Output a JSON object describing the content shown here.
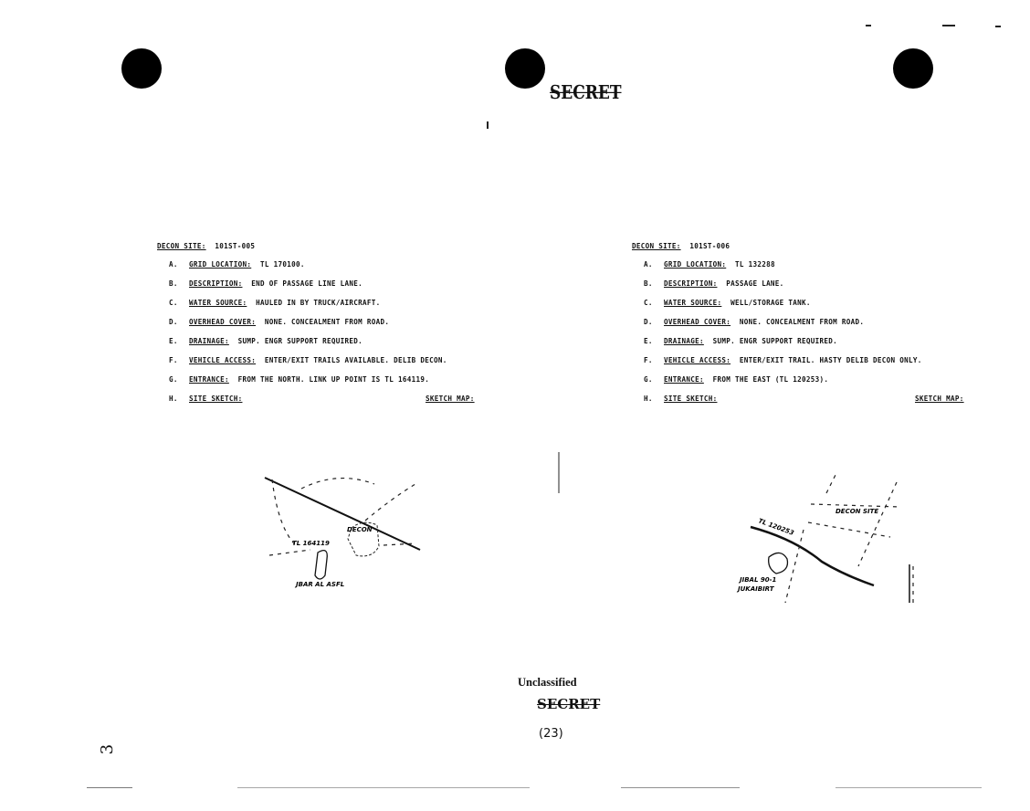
{
  "header": {
    "classification": "SECRET"
  },
  "sites": [
    {
      "title_label": "DECON SITE:",
      "site_id": "101ST-005",
      "items": [
        {
          "letter": "A.",
          "label": "GRID LOCATION:",
          "value": "TL 170100."
        },
        {
          "letter": "B.",
          "label": "DESCRIPTION:",
          "value": "END OF PASSAGE LINE LANE."
        },
        {
          "letter": "C.",
          "label": "WATER SOURCE:",
          "value": "HAULED IN BY TRUCK/AIRCRAFT."
        },
        {
          "letter": "D.",
          "label": "OVERHEAD COVER:",
          "value": "NONE.  CONCEALMENT FROM ROAD."
        },
        {
          "letter": "E.",
          "label": "DRAINAGE:",
          "value": "SUMP.  ENGR SUPPORT REQUIRED."
        },
        {
          "letter": "F.",
          "label": "VEHICLE ACCESS:",
          "value": "ENTER/EXIT TRAILS AVAILABLE. DELIB DECON."
        },
        {
          "letter": "G.",
          "label": "ENTRANCE:",
          "value": "FROM THE NORTH.  LINK UP POINT IS TL 164119."
        },
        {
          "letter": "H.",
          "label": "SITE SKETCH:",
          "value": ""
        }
      ],
      "sketch_map_label": "SKETCH MAP:",
      "sketch_labels": [
        "TL 164119",
        "DECON",
        "JBAR AL ASFL"
      ]
    },
    {
      "title_label": "DECON SITE:",
      "site_id": "101ST-006",
      "items": [
        {
          "letter": "A.",
          "label": "GRID LOCATION:",
          "value": "TL 132288"
        },
        {
          "letter": "B.",
          "label": "DESCRIPTION:",
          "value": "PASSAGE LANE."
        },
        {
          "letter": "C.",
          "label": "WATER SOURCE:",
          "value": "WELL/STORAGE TANK."
        },
        {
          "letter": "D.",
          "label": "OVERHEAD COVER:",
          "value": "NONE.  CONCEALMENT FROM ROAD."
        },
        {
          "letter": "E.",
          "label": "DRAINAGE:",
          "value": "SUMP. ENGR SUPPORT REQUIRED."
        },
        {
          "letter": "F.",
          "label": "VEHICLE ACCESS:",
          "value": "ENTER/EXIT TRAIL. HASTY DELIB DECON ONLY."
        },
        {
          "letter": "G.",
          "label": "ENTRANCE:",
          "value": "FROM THE EAST (TL 120253)."
        },
        {
          "letter": "H.",
          "label": "SITE SKETCH:",
          "value": ""
        }
      ],
      "sketch_map_label": "SKETCH MAP:",
      "sketch_labels": [
        "TL 120253",
        "DECON SITE",
        "JIBAL 90-1",
        "JUKAIBIRT"
      ]
    }
  ],
  "footer": {
    "unclassified": "Unclassified",
    "stamp": "SECRET",
    "page_number": "(23)",
    "handwritten_mark": "3"
  }
}
